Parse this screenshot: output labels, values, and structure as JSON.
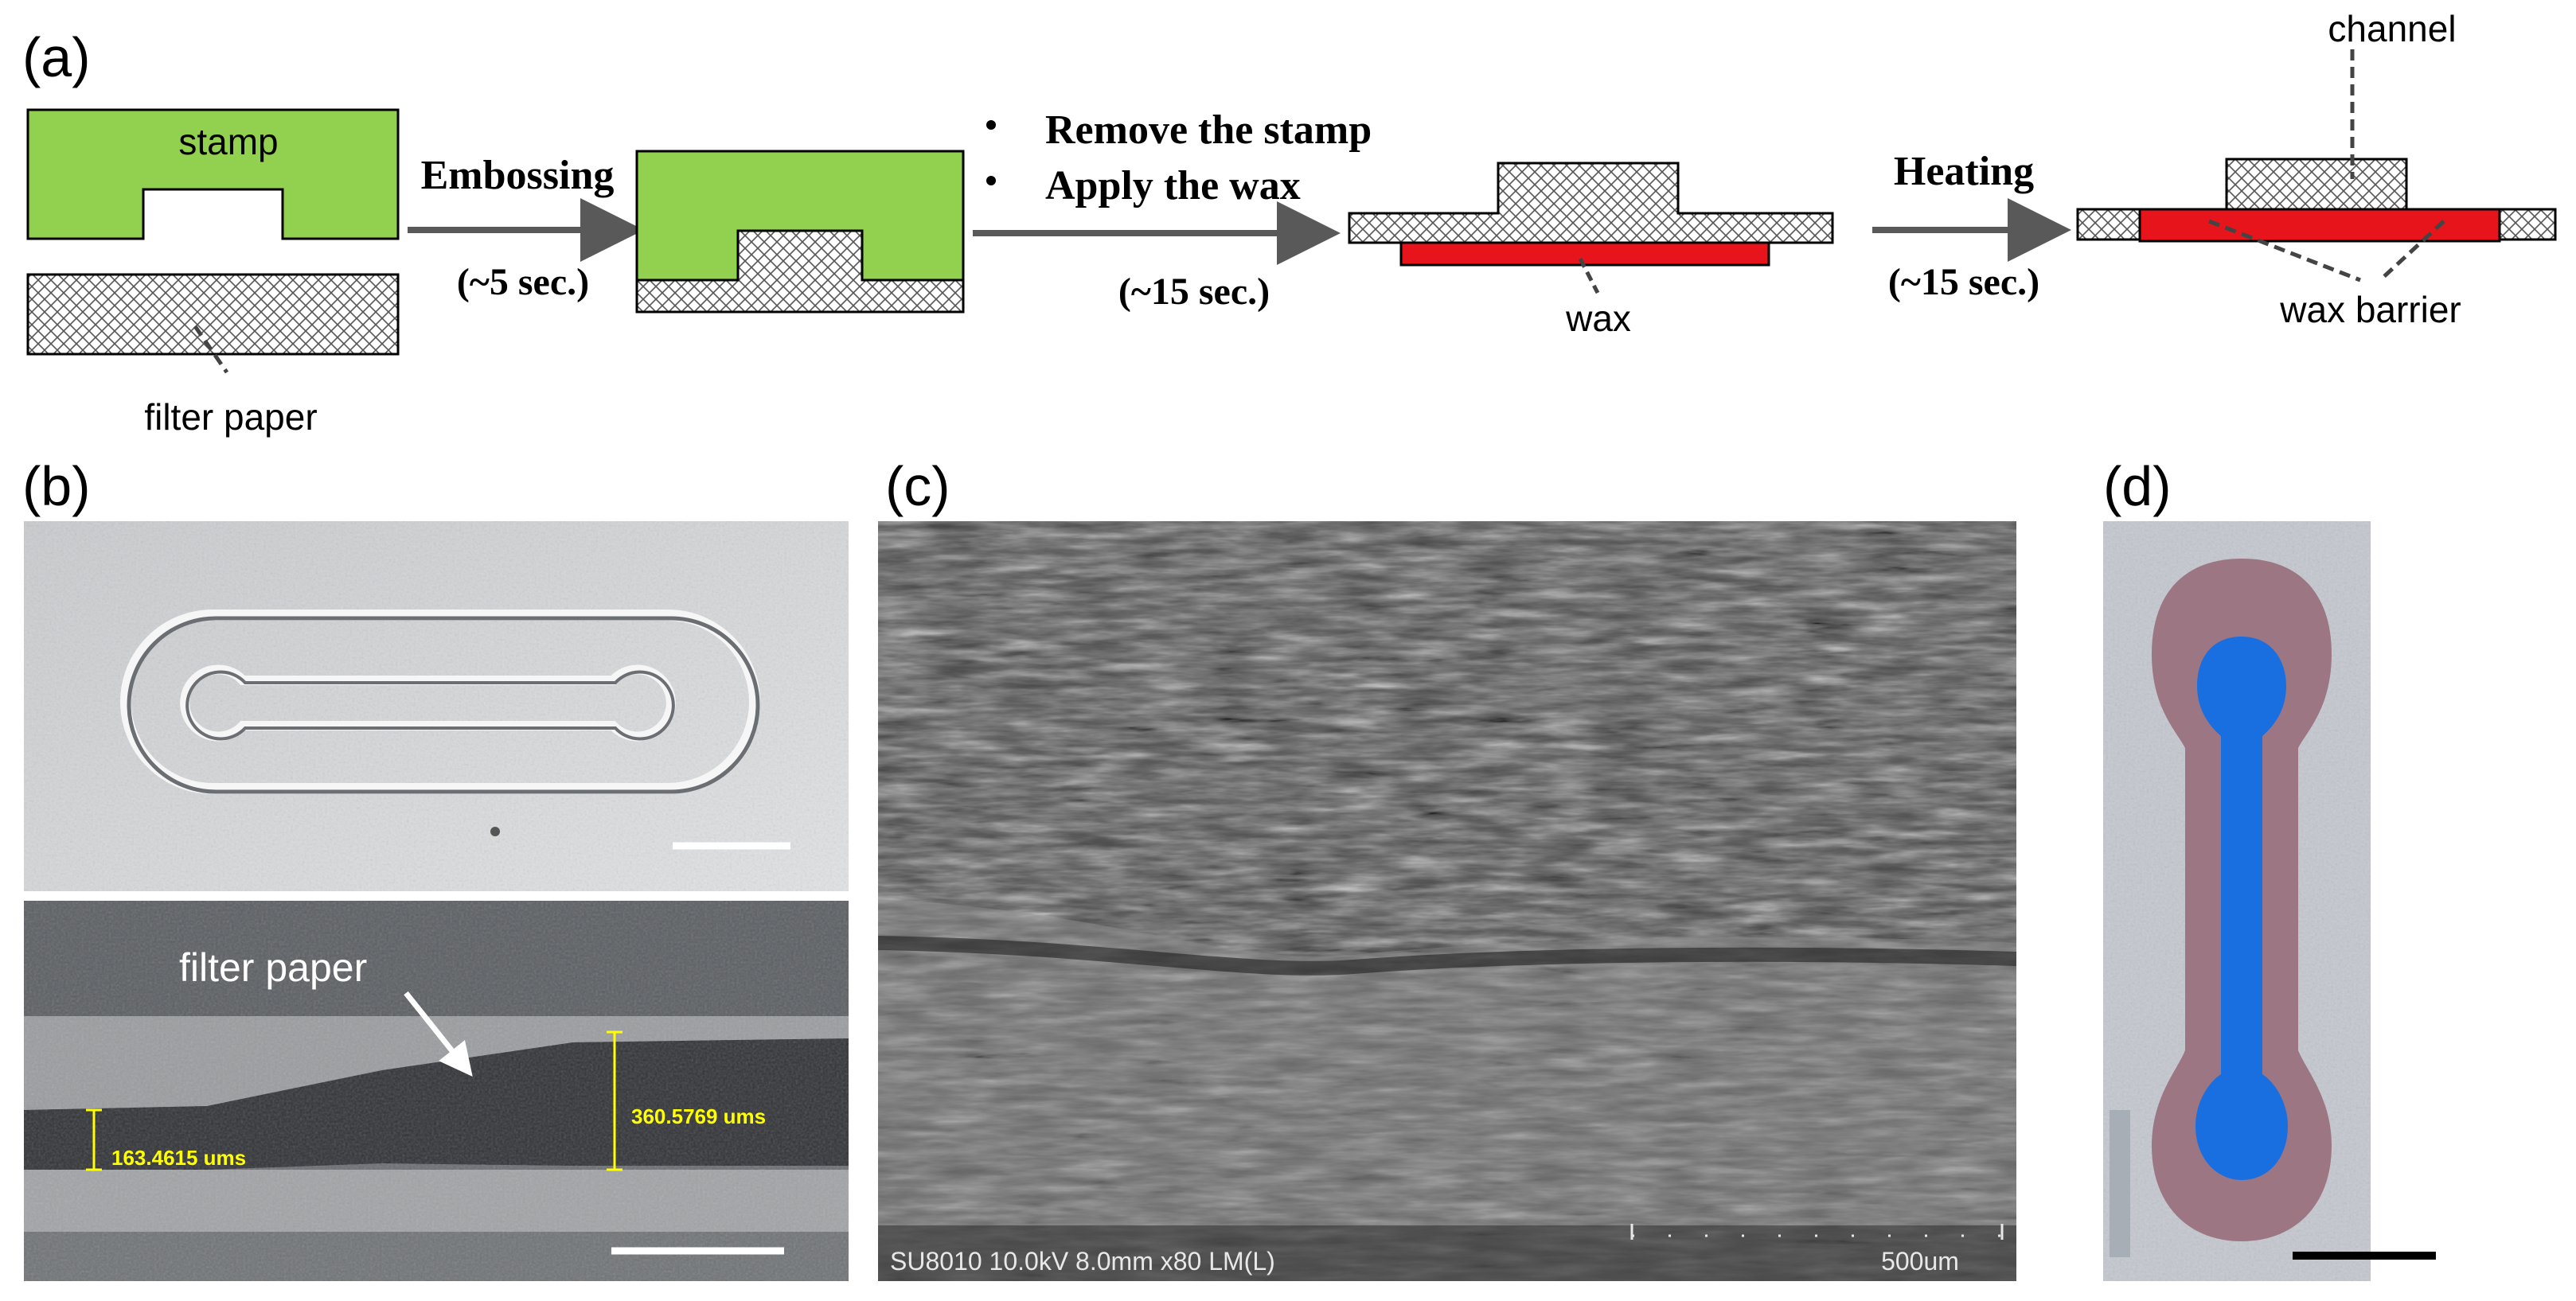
{
  "panel_a": {
    "label": "(a)",
    "stamp_label": "stamp",
    "paper_label": "filter paper",
    "step1_label": "Embossing",
    "step1_time": "(~5 sec.)",
    "step2_bullet1": "Remove the stamp",
    "step2_bullet2": "Apply the wax",
    "step2_time": "(~15 sec.)",
    "wax_label": "wax",
    "step3_label": "Heating",
    "step3_time": "(~15 sec.)",
    "channel_label": "channel",
    "barrier_label": "wax barrier"
  },
  "panel_b": {
    "label": "(b)",
    "annotation": "filter paper",
    "measure_left": "163.4615 ums",
    "measure_right": "360.5769 ums"
  },
  "panel_c": {
    "label": "(c)",
    "sem_info": "SU8010 10.0kV 8.0mm x80 LM(L)",
    "scale_text": "500um"
  },
  "panel_d": {
    "label": "(d)"
  },
  "colors": {
    "stamp_green": "#92d050",
    "wax_red": "#e8141b",
    "arrow_gray": "#595959",
    "measure_yellow": "#ffff00",
    "dye_blue": "#1a6fe0"
  }
}
